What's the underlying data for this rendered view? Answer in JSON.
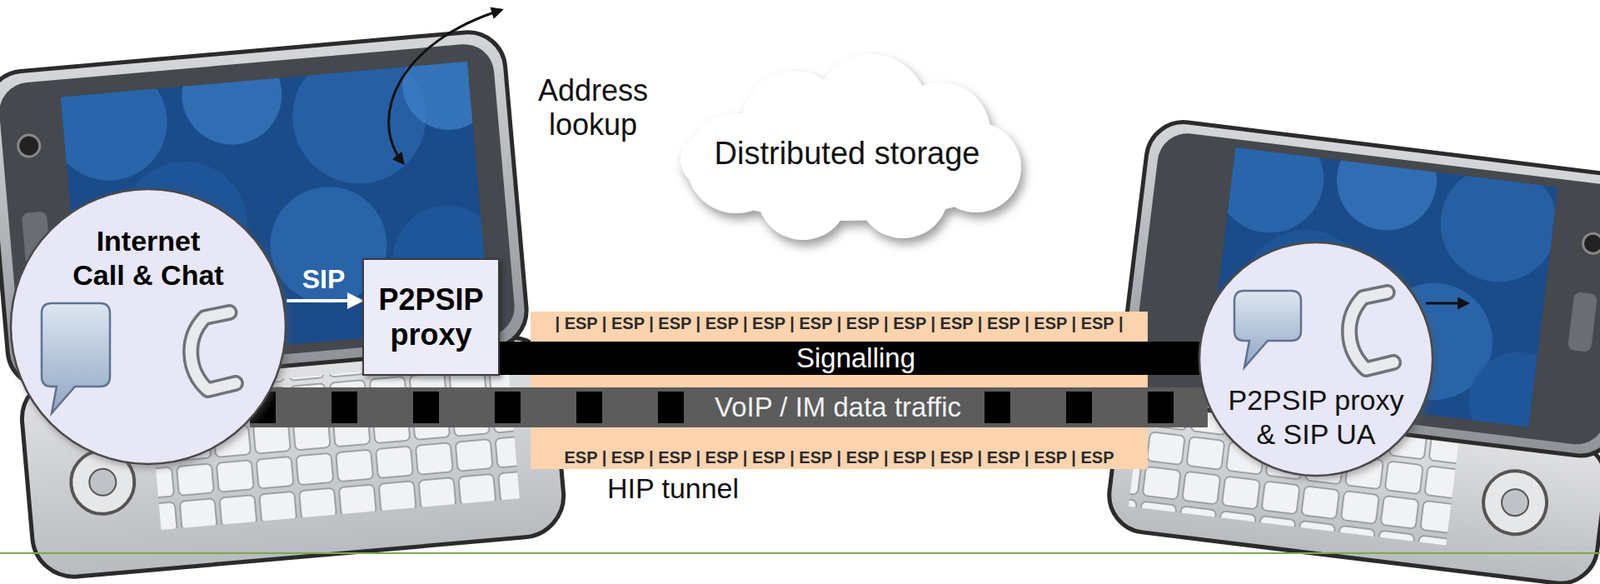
{
  "diagram": {
    "nodes": [
      {
        "text": [
          "Distributed storage"
        ]
      },
      {
        "text": [
          "Internet Call & Chat"
        ]
      },
      {
        "text": [
          "P2PSIP proxy"
        ]
      },
      {
        "text": [
          "| ESP | ESP | ESP | ESP | ESP | ESP | ESP | ESP | ESP | ESP | ESP | ESP |",
          "ESP | ESP | ESP | ESP | ESP | ESP | ESP | ESP | ESP | ESP | ESP | ESP",
          "HIP tunnel"
        ]
      },
      {
        "text": [
          "Signalling"
        ],
        "in": 3
      },
      {
        "text": [
          "VoIP / IM data traffic"
        ],
        "in": 3
      },
      {
        "text": [
          "P2PSIP proxy & SIP UA"
        ]
      }
    ],
    "edges": [
      {
        "from": 1,
        "to": 2,
        "label": "SIP",
        "arrow": "to"
      }
    ],
    "labels": [
      "Address lookup"
    ]
  }
}
